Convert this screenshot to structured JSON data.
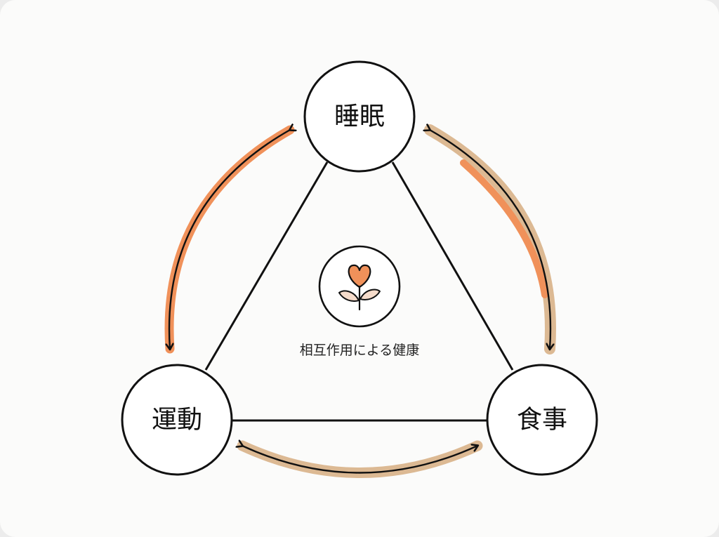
{
  "diagram": {
    "nodes": {
      "top": {
        "label": "睡眠"
      },
      "bottom_left": {
        "label": "運動"
      },
      "bottom_right": {
        "label": "食事"
      }
    },
    "center": {
      "label": "相互作用による健康",
      "icon": "heart-sprout-icon"
    },
    "colors": {
      "accent_orange": "#f0915a",
      "accent_tan": "#dcb993",
      "heart_fill": "#f0915a",
      "leaf_fill": "#f6dccb",
      "line": "#111111",
      "background": "#fbfbfa"
    }
  }
}
